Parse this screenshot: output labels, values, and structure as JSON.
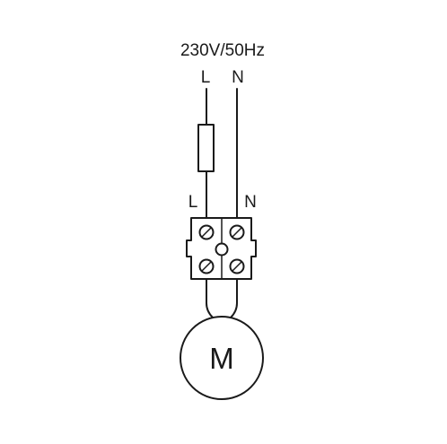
{
  "supply": {
    "label": "230V/50Hz",
    "line": "L",
    "neutral": "N"
  },
  "terminal_block": {
    "line": "L",
    "neutral": "N"
  },
  "motor": {
    "label": "M"
  }
}
